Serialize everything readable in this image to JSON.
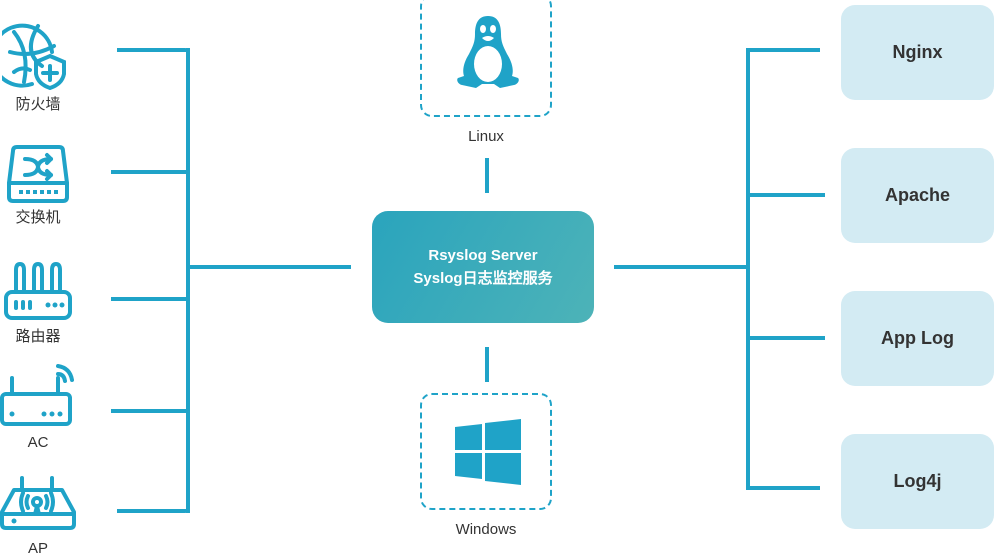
{
  "colors": {
    "accent": "#1fa3c8",
    "server_gradient_start": "#2aa4bd",
    "server_gradient_end": "#4db3b8",
    "app_box_bg": "#d3ebf3",
    "text": "#333333"
  },
  "sources": [
    {
      "label": "防火墙",
      "icon": "firewall-globe-shield-icon"
    },
    {
      "label": "交换机",
      "icon": "switch-icon"
    },
    {
      "label": "路由器",
      "icon": "router-icon"
    },
    {
      "label": "AC",
      "icon": "access-controller-icon"
    },
    {
      "label": "AP",
      "icon": "access-point-icon"
    }
  ],
  "os": [
    {
      "label": "Linux",
      "icon": "linux-tux-icon"
    },
    {
      "label": "Windows",
      "icon": "windows-logo-icon"
    }
  ],
  "server": {
    "line1": "Rsyslog Server",
    "line2": "Syslog日志监控服务"
  },
  "apps": [
    {
      "label": "Nginx"
    },
    {
      "label": "Apache"
    },
    {
      "label": "App Log"
    },
    {
      "label": "Log4j"
    }
  ]
}
